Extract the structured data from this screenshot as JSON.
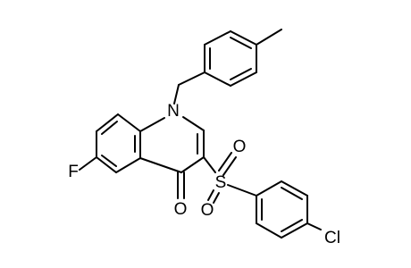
{
  "colors": {
    "background": "#ffffff",
    "bond": "#000000",
    "label": "#000000"
  },
  "atoms": [
    {
      "id": "N1",
      "symbol": "N"
    },
    {
      "id": "F",
      "symbol": "F"
    },
    {
      "id": "O4",
      "symbol": "O"
    },
    {
      "id": "S",
      "symbol": "S"
    },
    {
      "id": "OS1",
      "symbol": "O"
    },
    {
      "id": "OS2",
      "symbol": "O"
    },
    {
      "id": "Cl",
      "symbol": "Cl"
    }
  ]
}
